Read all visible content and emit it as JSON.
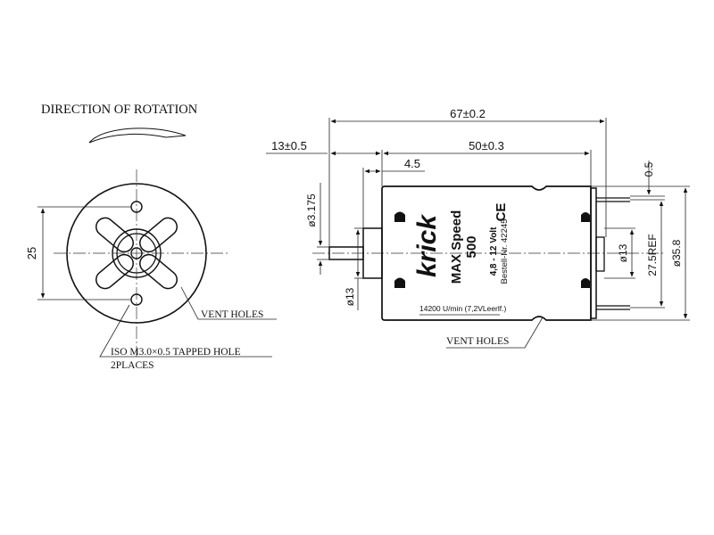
{
  "front_view": {
    "direction_label": "DIRECTION OF ROTATION",
    "dim_25": "25",
    "vent_holes_label": "VENT HOLES",
    "tapped_hole_label": "ISO M3.0×0.5 TAPPED HOLE",
    "places_label": "2PLACES"
  },
  "side_view": {
    "dim_67": "67±0.2",
    "dim_50": "50±0.3",
    "dim_13_05": "13±0.5",
    "dim_4_5": "4.5",
    "dim_0_5": "0.5",
    "dim_d3175": "ø3.175",
    "dim_d13_left": "ø13",
    "dim_d13_right": "ø13",
    "dim_27_5": "27.5REF",
    "dim_d35_8": "ø35.8",
    "vent_holes_label": "VENT HOLES"
  },
  "label": {
    "brand": "krick",
    "model": "MAX Speed",
    "number": "500",
    "voltage": "4,8 - 12 Volt",
    "order": "Bestell-Nr. 42245",
    "ce": "CE",
    "rpm": "14200 U/min (7,2VLeerlf.)"
  }
}
